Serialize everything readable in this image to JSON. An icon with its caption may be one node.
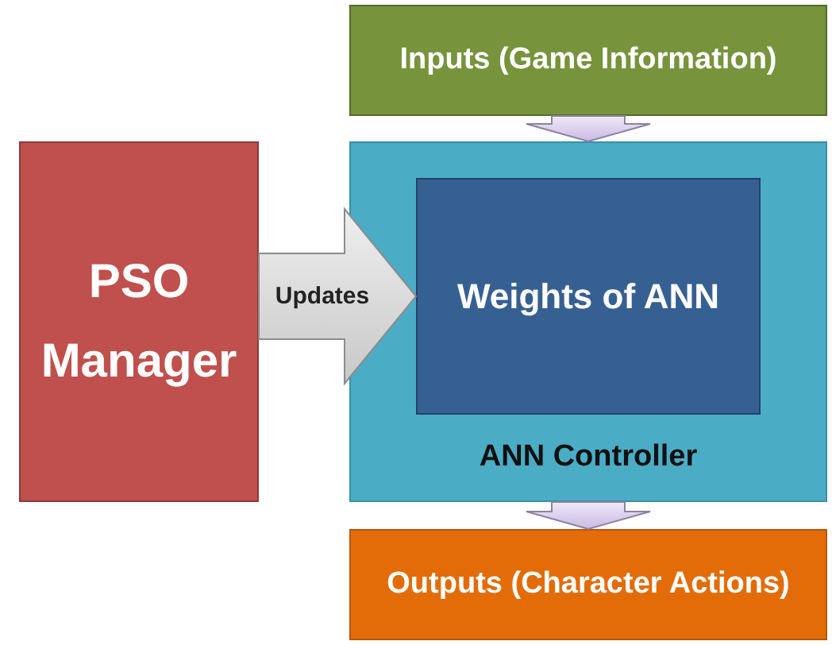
{
  "diagram": {
    "nodes": [
      {
        "text": [
          "Inputs (Game Information)"
        ]
      },
      {
        "text": [
          "PSO Manager"
        ]
      },
      {
        "text": [
          "ANN Controller"
        ]
      },
      {
        "text": [
          "Weights of ANN"
        ],
        "in": 2
      },
      {
        "text": [
          "Outputs (Character Actions)"
        ]
      }
    ],
    "edges": [
      {
        "from": 0,
        "to": 2,
        "arrow": "to"
      },
      {
        "from": 1,
        "to": 3,
        "arrow": "to",
        "label": "Updates",
        "color": "#c8c8c8"
      },
      {
        "from": 2,
        "to": 4,
        "arrow": "to"
      }
    ]
  }
}
